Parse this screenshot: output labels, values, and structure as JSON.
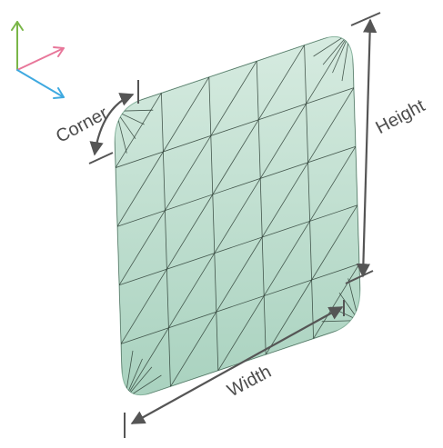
{
  "labels": {
    "corner": "Corner",
    "height": "Height",
    "width": "Width"
  },
  "axes": {
    "y_color": "#7ab648",
    "x_color": "#e8779a",
    "z_color": "#3fa9e0"
  },
  "plane": {
    "fill_top": "#d6ebe0",
    "fill_bottom": "#a9d2bf",
    "edge_color": "#8ab5a0",
    "mesh_color": "#2e3f36"
  },
  "annotation_color": "#555555"
}
